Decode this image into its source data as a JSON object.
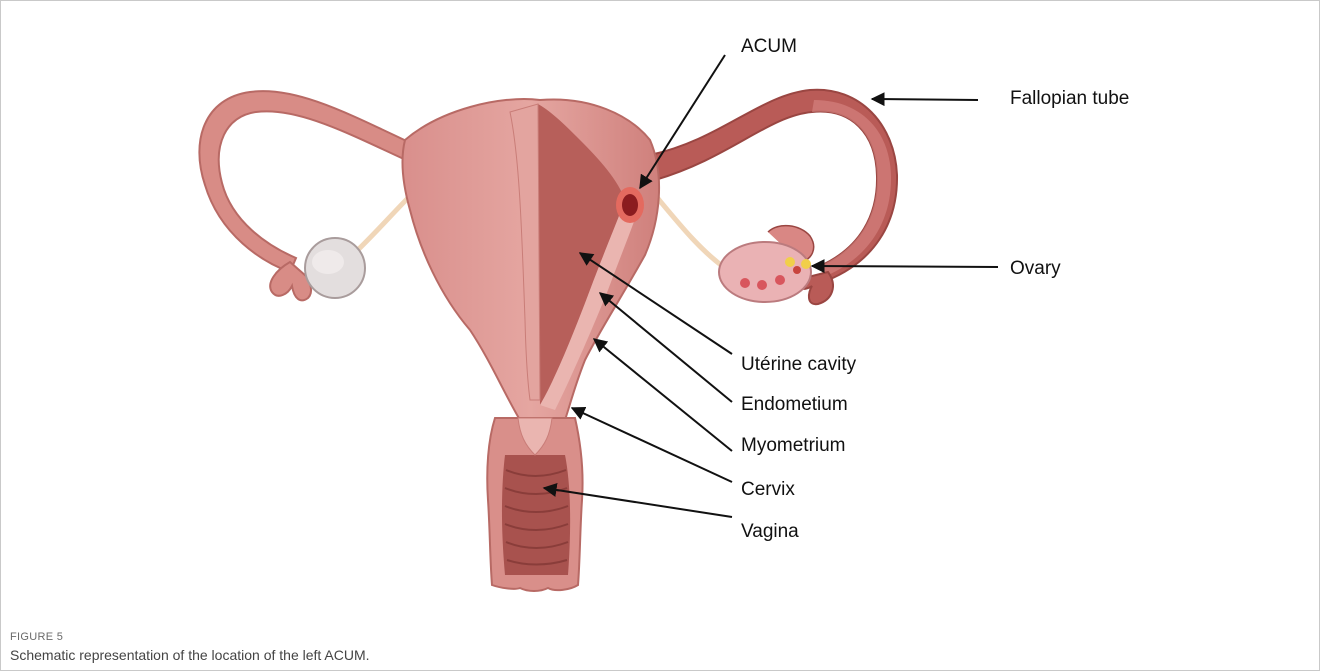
{
  "labels": {
    "acum": "ACUM",
    "fallopian_tube": "Fallopian tube",
    "ovary": "Ovary",
    "uterine_cavity": "Utérine cavity",
    "endometrium": "Endometium",
    "myometrium": "Myometrium",
    "cervix": "Cervix",
    "vagina": "Vagina"
  },
  "caption": {
    "kicker": "FIGURE 5",
    "text": "Schematic representation of the location of the left ACUM."
  }
}
